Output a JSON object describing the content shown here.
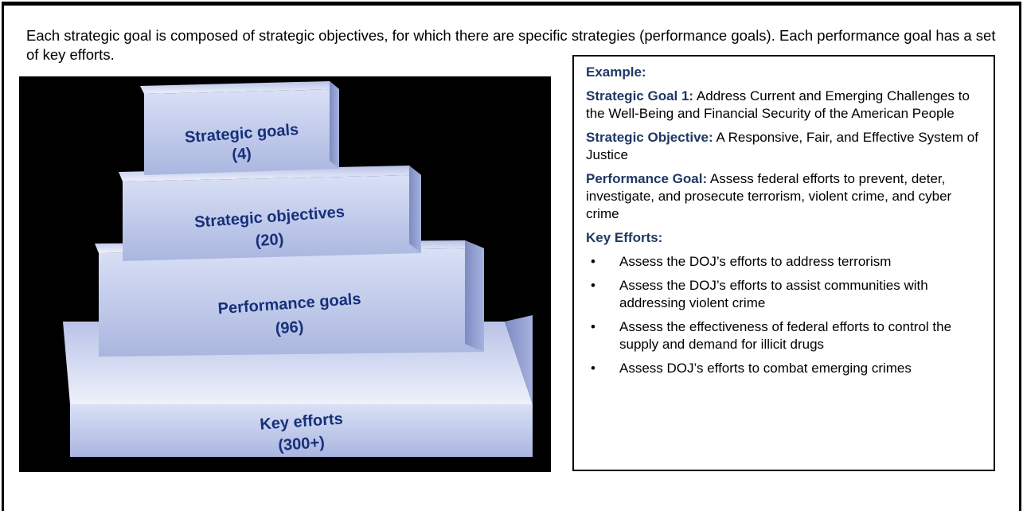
{
  "intro": "Each strategic goal is composed of strategic objectives, for which there are specific strategies (performance goals). Each performance goal has a set of key efforts.",
  "pyramid": {
    "levels": [
      {
        "label": "Strategic goals",
        "count": "(4)"
      },
      {
        "label": "Strategic objectives",
        "count": "(20)"
      },
      {
        "label": "Performance goals",
        "count": "(96)"
      },
      {
        "label": "Key efforts",
        "count": "(300+)"
      }
    ],
    "colors": {
      "background": "#000000",
      "front": "#c3cdec",
      "top": "#e4e8f8",
      "side": "#8e9bcb",
      "text": "#16307a"
    }
  },
  "example": {
    "heading": "Example:",
    "goal_label": "Strategic Goal 1:",
    "goal_text": " Address Current and Emerging Challenges to the Well-Being and Financial Security of the American People",
    "objective_label": "Strategic Objective:",
    "objective_text": " A Responsive, Fair, and Effective System of Justice",
    "performance_label": "Performance Goal:",
    "performance_text": " Assess federal efforts to prevent, deter, investigate, and prosecute terrorism, violent crime, and cyber crime",
    "key_efforts_heading": "Key Efforts:",
    "bullet_symbol": "•",
    "key_efforts": [
      "Assess the DOJ’s efforts to address terrorism",
      "Assess the DOJ’s efforts to assist communities with addressing violent crime",
      "Assess the effectiveness of federal efforts to control the supply and demand for illicit drugs",
      "Assess DOJ’s efforts to combat emerging crimes"
    ],
    "heading_color": "#1f3864"
  }
}
